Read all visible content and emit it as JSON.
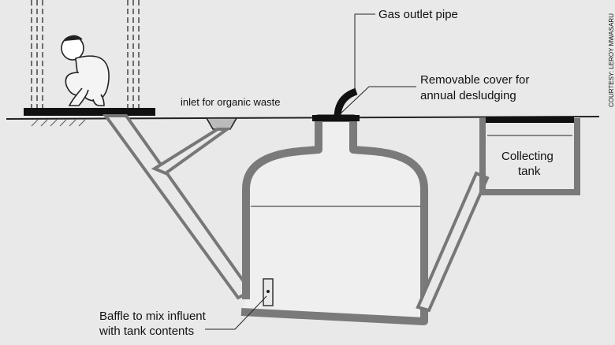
{
  "labels": {
    "gas_outlet": "Gas outlet pipe",
    "cover_line1": "Removable cover for",
    "cover_line2": "annual desludging",
    "inlet": "inlet for organic waste",
    "collecting_line1": "Collecting",
    "collecting_line2": "tank",
    "baffle_line1": "Baffle to mix influent",
    "baffle_line2": "with tank contents",
    "credit": "COURTESY: LEROY MWASARU"
  },
  "colors": {
    "background": "#e9e9e9",
    "structure": "#7a7a7a",
    "line": "#222222",
    "text": "#111111"
  }
}
